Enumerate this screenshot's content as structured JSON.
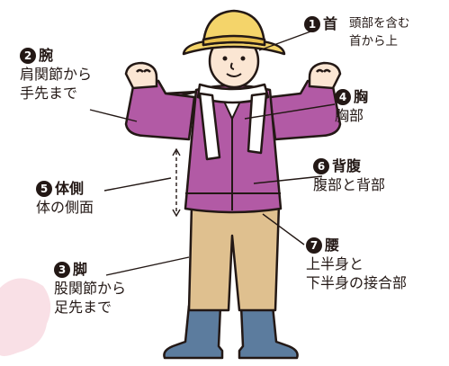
{
  "labels": {
    "neck": {
      "num": "1",
      "name": "首",
      "desc": [
        "頭部を含む",
        "首から上"
      ]
    },
    "arm": {
      "num": "2",
      "name": "腕",
      "desc": [
        "肩関節から",
        "手先まで"
      ]
    },
    "leg": {
      "num": "3",
      "name": "脚",
      "desc": [
        "股関節から",
        "足先まで"
      ]
    },
    "chest": {
      "num": "4",
      "name": "胸",
      "desc": [
        "胸部"
      ]
    },
    "side": {
      "num": "5",
      "name": "体側",
      "desc": [
        "体の側面"
      ]
    },
    "back": {
      "num": "6",
      "name": "背腹",
      "desc": [
        "腹部と背部"
      ]
    },
    "waist": {
      "num": "7",
      "name": "腰",
      "desc": [
        "上半身と",
        "下半身の接合部"
      ]
    }
  },
  "colors": {
    "outline": "#231815",
    "jacket": "#b25aa5",
    "pants": "#dfc08f",
    "boots": "#5c7c9e",
    "hat": "#f4d46a",
    "skin": "#fbe6d3",
    "towel": "#ffffff",
    "blob": "#f9e0e6"
  }
}
